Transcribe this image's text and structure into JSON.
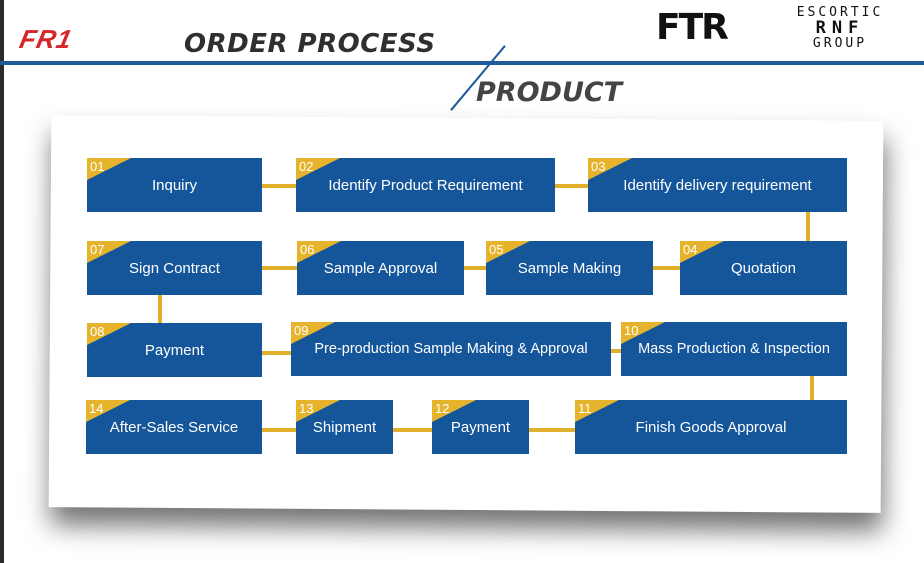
{
  "header": {
    "logo": "FR1",
    "title": "ORDER PROCESS",
    "subtitle": "PRODUCT",
    "brand_mark": "FTR",
    "brand_lines": [
      "ESCORTIC",
      "RNF",
      "GROUP"
    ]
  },
  "colors": {
    "box": "#15559a",
    "accent": "#e5b42c",
    "header_line": "#1d5a9a"
  },
  "steps": [
    {
      "num": "01",
      "label": "Inquiry"
    },
    {
      "num": "02",
      "label": "Identify Product Requirement"
    },
    {
      "num": "03",
      "label": "Identify delivery requirement"
    },
    {
      "num": "04",
      "label": "Quotation"
    },
    {
      "num": "05",
      "label": "Sample Making"
    },
    {
      "num": "06",
      "label": "Sample Approval"
    },
    {
      "num": "07",
      "label": "Sign Contract"
    },
    {
      "num": "08",
      "label": "Payment"
    },
    {
      "num": "09",
      "label": "Pre-production Sample Making & Approval"
    },
    {
      "num": "10",
      "label": "Mass Production & Inspection"
    },
    {
      "num": "11",
      "label": "Finish Goods Approval"
    },
    {
      "num": "12",
      "label": "Payment"
    },
    {
      "num": "13",
      "label": "Shipment"
    },
    {
      "num": "14",
      "label": "After-Sales Service"
    }
  ]
}
